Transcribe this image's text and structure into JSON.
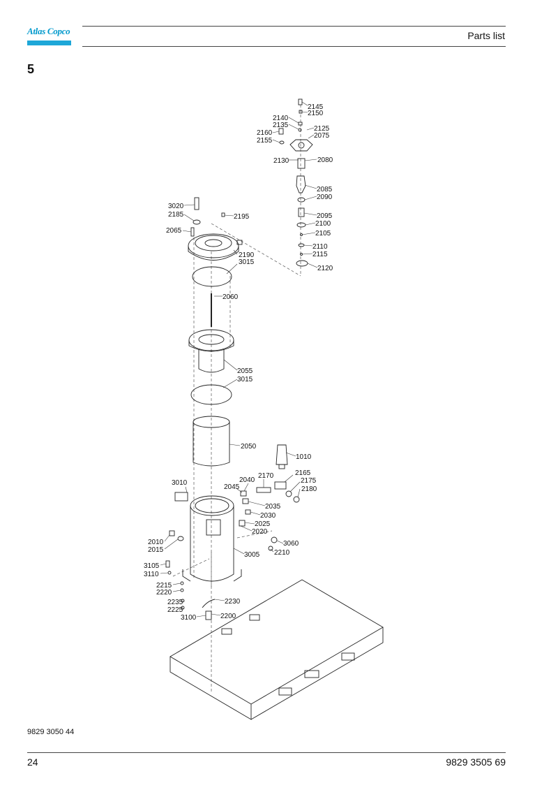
{
  "header": {
    "logo_text": "Atlas Copco",
    "title": "Parts list"
  },
  "section": "5",
  "footer": {
    "doc_ref": "9829 3050 44",
    "page_number": "24",
    "doc_number": "9829 3505 69"
  },
  "part_labels": [
    "2145",
    "2150",
    "2140",
    "2135",
    "2125",
    "2160",
    "2075",
    "2155",
    "2130",
    "2080",
    "2085",
    "2090",
    "2095",
    "2100",
    "2105",
    "2110",
    "2115",
    "2120",
    "3020",
    "2185",
    "2195",
    "2065",
    "2190",
    "3015",
    "2060",
    "2055",
    "3015",
    "2050",
    "1010",
    "3010",
    "2045",
    "2040",
    "2170",
    "2165",
    "2175",
    "2180",
    "2035",
    "2030",
    "2025",
    "2020",
    "2010",
    "2015",
    "3060",
    "2210",
    "3005",
    "3105",
    "3110",
    "2215",
    "2220",
    "2235",
    "2230",
    "2225",
    "3100",
    "2200"
  ],
  "colors": {
    "logo_blue": "#1ea7d8",
    "logo_text": "#0099cc",
    "line": "#222222"
  }
}
